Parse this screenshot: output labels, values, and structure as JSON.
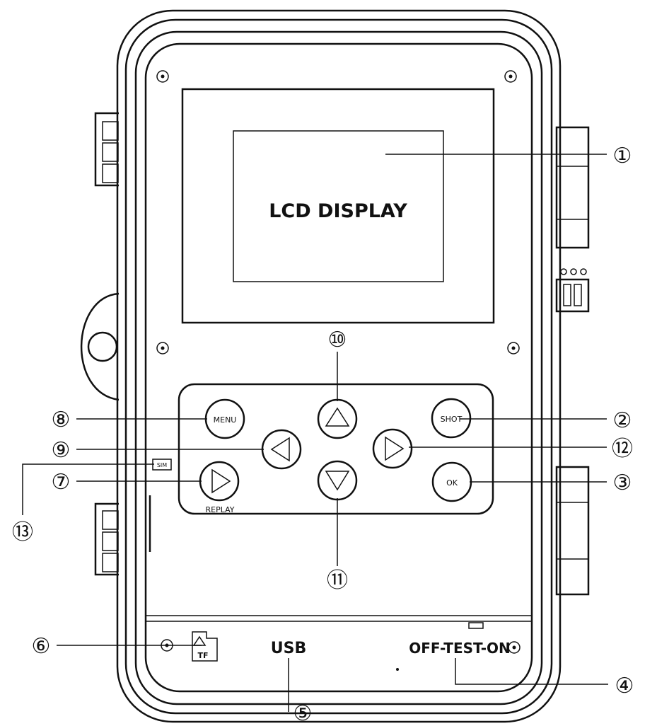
{
  "display": {
    "label": "LCD DISPLAY"
  },
  "buttons": {
    "menu": "MENU",
    "shot": "SHOT",
    "ok": "OK",
    "replay": "REPLAY"
  },
  "ports": {
    "usb": "USB",
    "switch": "OFF-TEST-ON",
    "sd_card": "TF",
    "sim": "SIM"
  },
  "callouts": [
    "①",
    "②",
    "③",
    "④",
    "⑤",
    "⑥",
    "⑦",
    "⑧",
    "⑨",
    "⑩",
    "⑪",
    "⑫",
    "⑬"
  ]
}
